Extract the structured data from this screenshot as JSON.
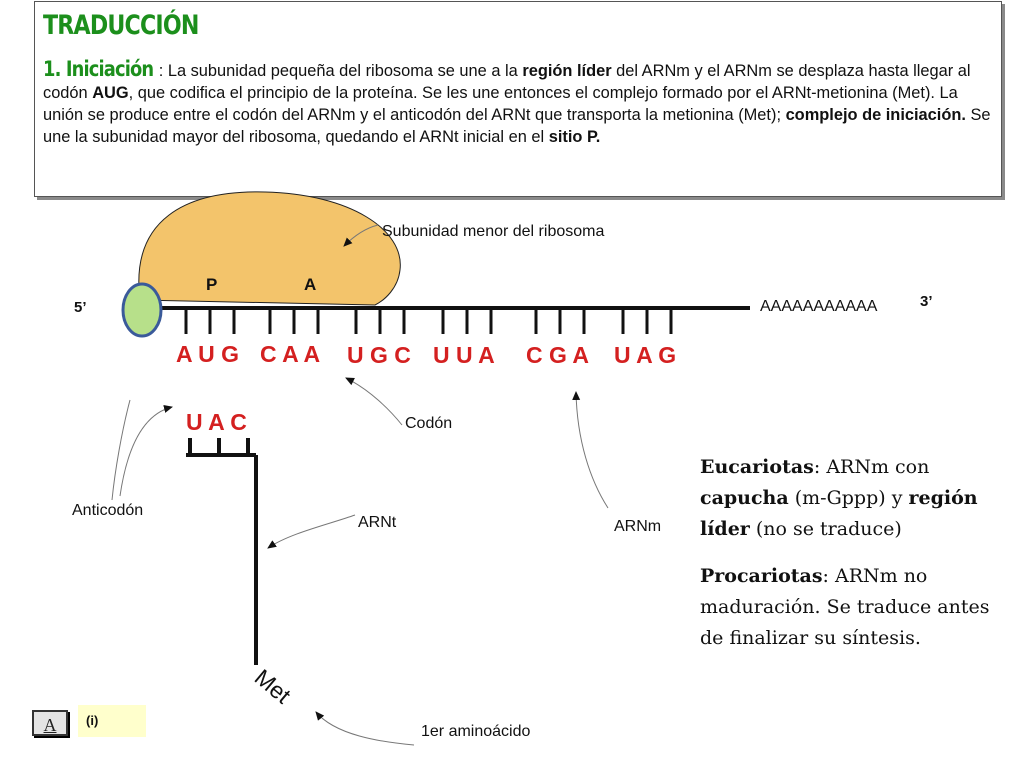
{
  "slide": {
    "title": "TRADUCCIÓN",
    "paragraph": {
      "heading": "1. Iniciación",
      "t1": ": La subunidad pequeña del ribosoma se une a la ",
      "b1": "región líder",
      "t2": " del ARNm y el ARNm se desplaza hasta llegar al codón ",
      "b2": "AUG",
      "t3": ", que codifica el principio de la proteína. Se les une entonces  el complejo formado por el ARNt-metionina (Met). La unión se produce entre el codón del ARNm y el anticodón del ARNt que transporta la metionina (Met); ",
      "b3": "complejo de iniciación.",
      "t4": " Se une la subunidad mayor del ribosoma, quedando el ARNt inicial en el ",
      "b4": "sitio P."
    }
  },
  "diagram": {
    "five_prime": "5’",
    "three_prime": "3’",
    "poly_a": "AAAAAAAAAAA",
    "site_p": "P",
    "site_a": "A",
    "codons": [
      "A U G",
      "C A A",
      "U G C",
      "U U A",
      "C G A",
      "U A G"
    ],
    "anticodon": "U A C",
    "amino_acid": "Met",
    "labels": {
      "small_subunit": "Subunidad menor del ribosoma",
      "codon": "Codón",
      "anticodon": "Anticodón",
      "trna": "ARNt",
      "mrna": "ARNm",
      "first_aa": "1er aminoácido"
    },
    "colors": {
      "ribosome_small": "#f3c46b",
      "cap": "#b7e08a",
      "bases": "#d42020",
      "title_green": "#1c8f1c"
    }
  },
  "notes": {
    "euk_label": "Eucariotas",
    "euk_t1": ": ARNm con ",
    "euk_b1": "capucha",
    "euk_t2": " (m-Gppp) y ",
    "euk_b2": "región líder",
    "euk_t3": " (no se traduce)",
    "prok_label": "Procariotas",
    "prok_text": ": ARNm no maduración. Se traduce antes de finalizar su síntesis."
  },
  "footer": {
    "nav_button": "A",
    "tag": "(i)"
  }
}
